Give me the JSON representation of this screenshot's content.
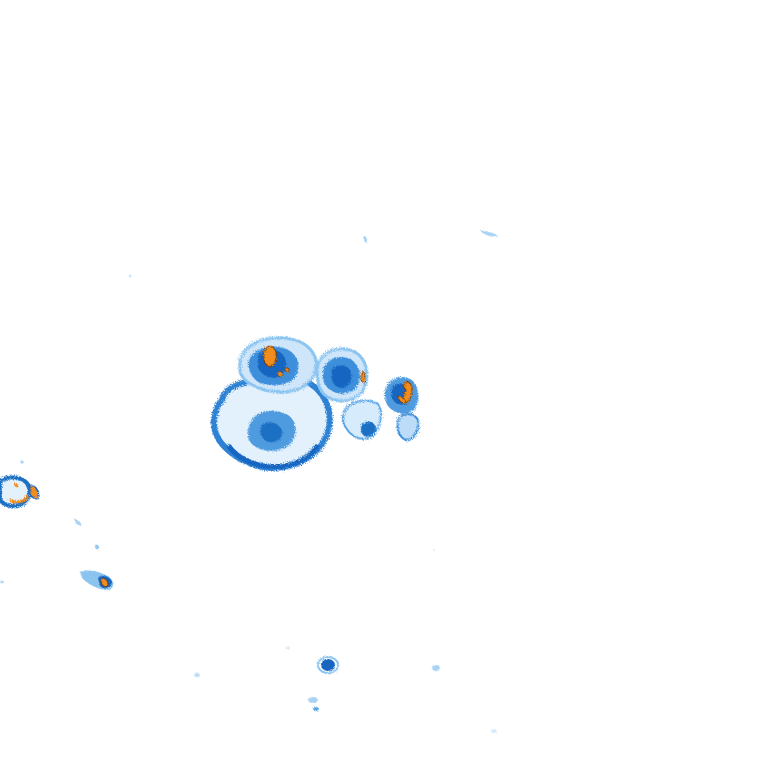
{
  "map": {
    "background": "#ffffff",
    "legend_colors": {
      "very_light": "#d6ebfb",
      "light": "#8cc4f0",
      "medium": "#3d8fdb",
      "strong": "#1565c0",
      "intense": "#f28c1c",
      "intense_outline": "#b85b00"
    },
    "echo_clusters": [
      "cluster-northwest",
      "cluster-north-central",
      "cluster-northeast",
      "cluster-central-large",
      "cluster-southeast-small",
      "cluster-far-west",
      "cluster-southwest",
      "cluster-south-cells"
    ]
  }
}
